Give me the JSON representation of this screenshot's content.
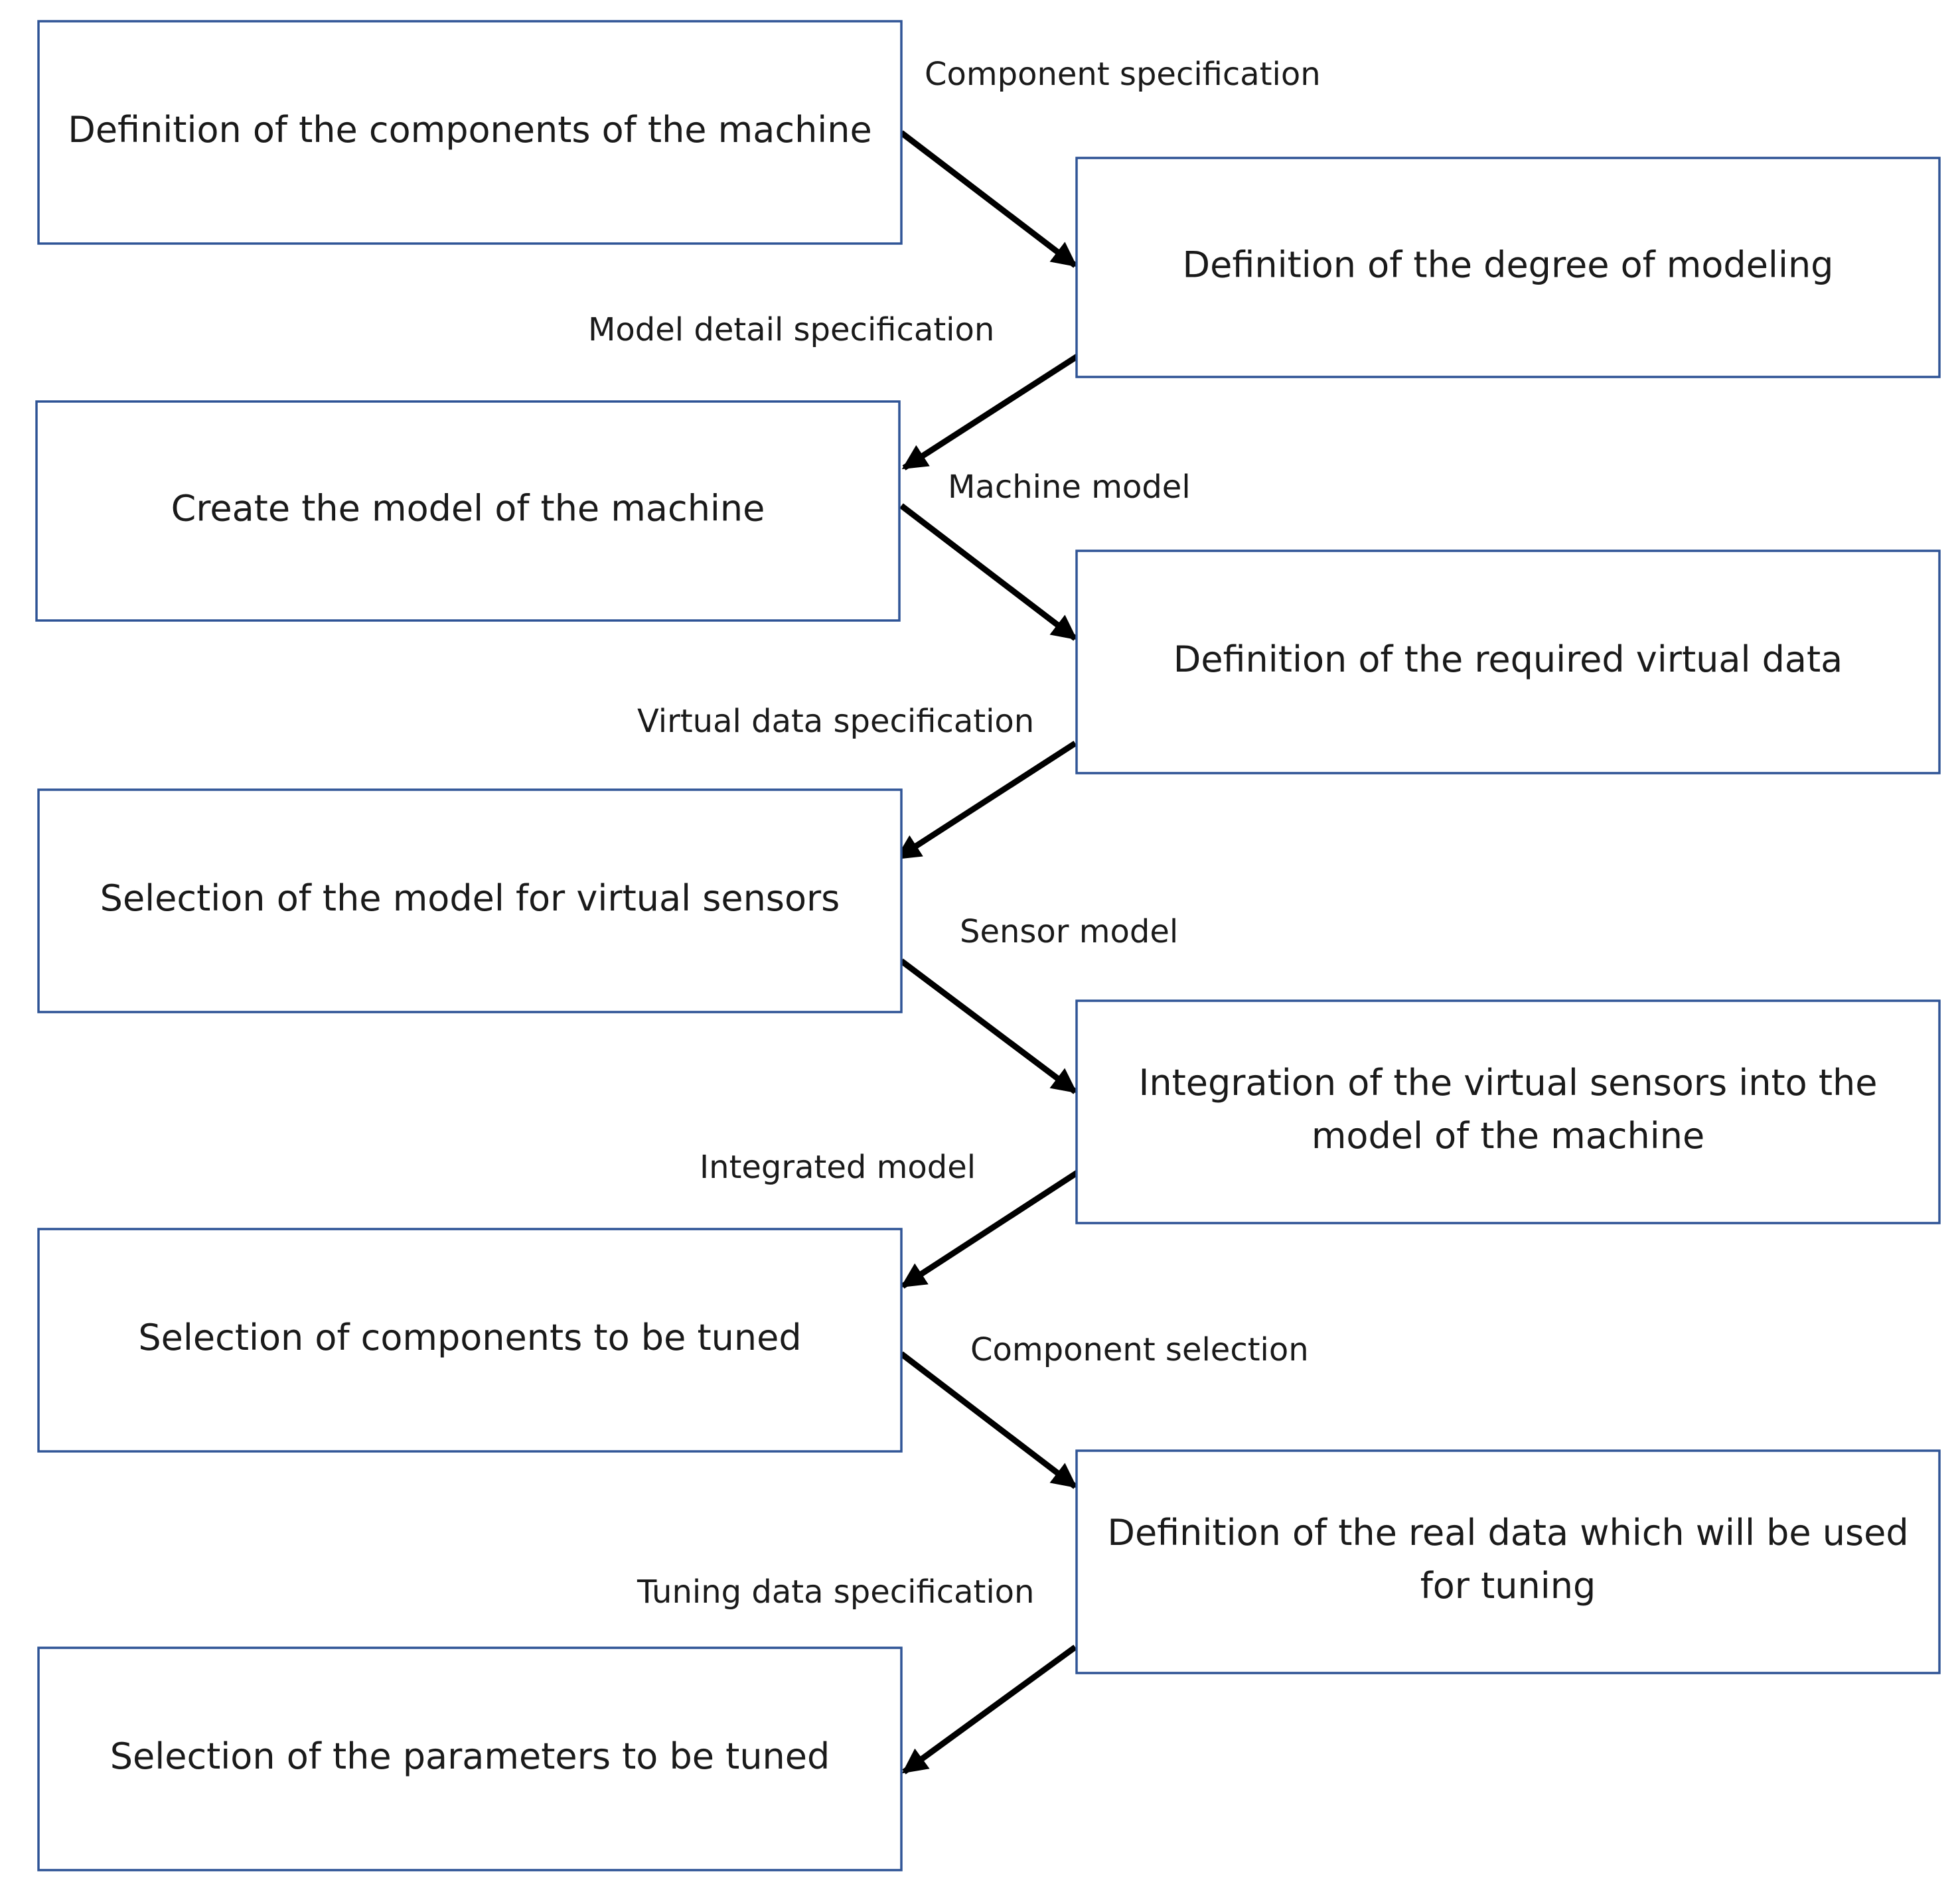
{
  "diagram": {
    "type": "flowchart",
    "colors": {
      "box_border": "#2f5496",
      "box_fill": "#ffffff",
      "arrow": "#000000",
      "text": "#1a1a1a"
    },
    "nodes": [
      {
        "id": "n1",
        "lines": [
          "Definition of the components of the machine"
        ]
      },
      {
        "id": "n2",
        "lines": [
          "Definition of the degree of modeling"
        ]
      },
      {
        "id": "n3",
        "lines": [
          "Create the model of the machine"
        ]
      },
      {
        "id": "n4",
        "lines": [
          "Definition of the required virtual data"
        ]
      },
      {
        "id": "n5",
        "lines": [
          "Selection of the model for virtual sensors"
        ]
      },
      {
        "id": "n6",
        "lines": [
          "Integration of the virtual sensors into the",
          "model of the machine"
        ]
      },
      {
        "id": "n7",
        "lines": [
          "Selection of components to be tuned"
        ]
      },
      {
        "id": "n8",
        "lines": [
          "Definition of the real data which will be used",
          "for tuning"
        ]
      },
      {
        "id": "n9",
        "lines": [
          "Selection of the parameters to be tuned"
        ]
      }
    ],
    "edges": [
      {
        "from": "n1",
        "to": "n2",
        "label": "Component specification"
      },
      {
        "from": "n2",
        "to": "n3",
        "label": "Model detail specification"
      },
      {
        "from": "n3",
        "to": "n4",
        "label": "Machine model"
      },
      {
        "from": "n4",
        "to": "n5",
        "label": "Virtual data specification"
      },
      {
        "from": "n5",
        "to": "n6",
        "label": "Sensor model"
      },
      {
        "from": "n6",
        "to": "n7",
        "label": "Integrated model"
      },
      {
        "from": "n7",
        "to": "n8",
        "label": "Component selection"
      },
      {
        "from": "n8",
        "to": "n9",
        "label": "Tuning data specification"
      }
    ]
  }
}
